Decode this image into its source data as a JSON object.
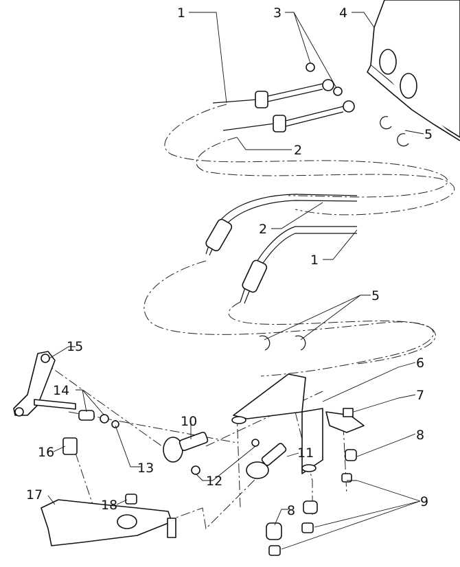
{
  "diagram": {
    "title": "Gear shift cable assembly exploded view",
    "callouts": {
      "c1_top": "1",
      "c3": "3",
      "c4": "4",
      "c5_top": "5",
      "c2_top": "2",
      "c2_mid": "2",
      "c1_mid": "1",
      "c5_mid": "5",
      "c15": "15",
      "c14": "14",
      "c13": "13",
      "c16": "16",
      "c17": "17",
      "c18": "18",
      "c10": "10",
      "c12": "12",
      "c11": "11",
      "c6": "6",
      "c7": "7",
      "c8_right": "8",
      "c8_low": "8",
      "c9": "9"
    }
  }
}
